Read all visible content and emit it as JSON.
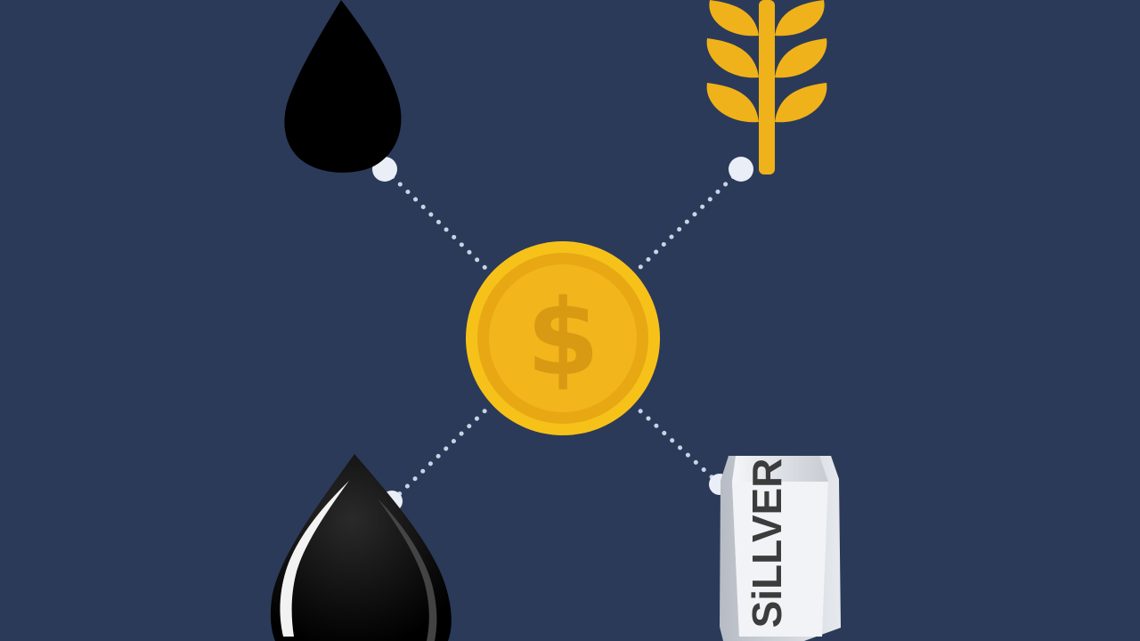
{
  "scene": {
    "background_color": "#2b3a58",
    "connector_color": "#c9d3e6",
    "coin": {
      "symbol": "$",
      "outer_color": "#f6c21a",
      "inner_color": "#e7a814",
      "symbol_color": "#d79a12"
    },
    "commodities": [
      {
        "name": "oil-drop-top-left",
        "icon": "droplet-icon",
        "color": "#000000"
      },
      {
        "name": "wheat-top-right",
        "icon": "wheat-icon",
        "color": "#f0b21a"
      },
      {
        "name": "oil-drop-bottom-left",
        "icon": "droplet-icon",
        "color": "#000000"
      },
      {
        "name": "silver-bar-bottom-right",
        "icon": "silver-bar-icon",
        "color": "#d9dde3",
        "label": "SiLLVER"
      }
    ]
  }
}
